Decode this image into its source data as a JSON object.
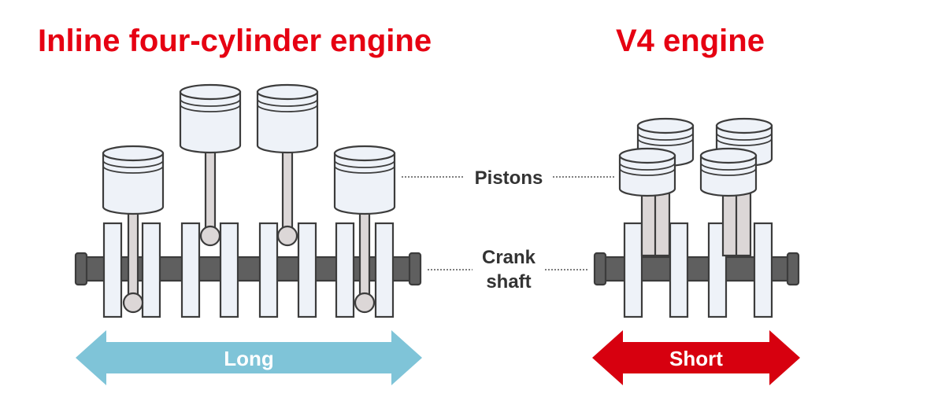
{
  "titles": {
    "inline": "Inline four-cylinder engine",
    "v4": "V4 engine"
  },
  "labels": {
    "pistons": "Pistons",
    "crank_line1": "Crank",
    "crank_line2": "shaft"
  },
  "arrows": {
    "long": "Long",
    "short": "Short"
  },
  "colors": {
    "title_red": "#e60012",
    "long_arrow": "#7fc4d8",
    "short_arrow": "#d7000f",
    "outline": "#3c3c3c",
    "piston_fill": "#eef2f8",
    "rod_fill": "#dcd7d7",
    "shaft_fill": "#5f5f5f"
  }
}
